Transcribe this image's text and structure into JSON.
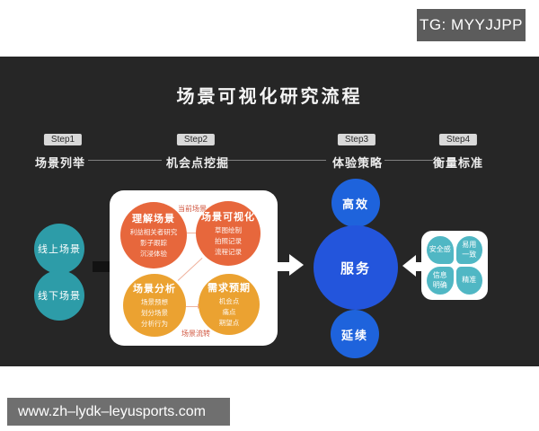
{
  "badge": {
    "text": "TG: MYYJJPP"
  },
  "footer": {
    "url": "www.zh–lydk–leyusports.com"
  },
  "title": "场景可视化研究流程",
  "steps": [
    {
      "badge": "Step1",
      "label": "场景列举"
    },
    {
      "badge": "Step2",
      "label": "机会点挖掘"
    },
    {
      "badge": "Step3",
      "label": "体验策略"
    },
    {
      "badge": "Step4",
      "label": "衡量标准"
    }
  ],
  "scenes": {
    "top": "线上场景",
    "bottom": "线下场景"
  },
  "methods": {
    "annotation_top": "当前场景",
    "annotation_bottom": "场景流转",
    "circles": [
      {
        "title": "理解场景",
        "items": [
          "利益相关者研究",
          "影子跟踪",
          "沉浸体验"
        ]
      },
      {
        "title": "场景可视化",
        "items": [
          "草图绘制",
          "拍照记录",
          "流程记录"
        ]
      },
      {
        "title": "场景分析",
        "items": [
          "场景预想",
          "划分场景",
          "分析行为"
        ]
      },
      {
        "title": "需求预期",
        "items": [
          "机会点",
          "痛点",
          "期望点"
        ]
      }
    ]
  },
  "strategy": {
    "top": "高效",
    "center": "服务",
    "bottom": "延续"
  },
  "metrics": {
    "tl": "安全感",
    "tr": "易用\n一致",
    "bl": "信息\n明确",
    "br": "精准"
  },
  "colors": {
    "panel": "#262626",
    "teal": "#2d9ca8",
    "orange_red": "#e7673c",
    "amber": "#eba231",
    "blue": "#2355dc",
    "petal_teal": "#50b7c4",
    "annotation_red": "#d0553e"
  }
}
